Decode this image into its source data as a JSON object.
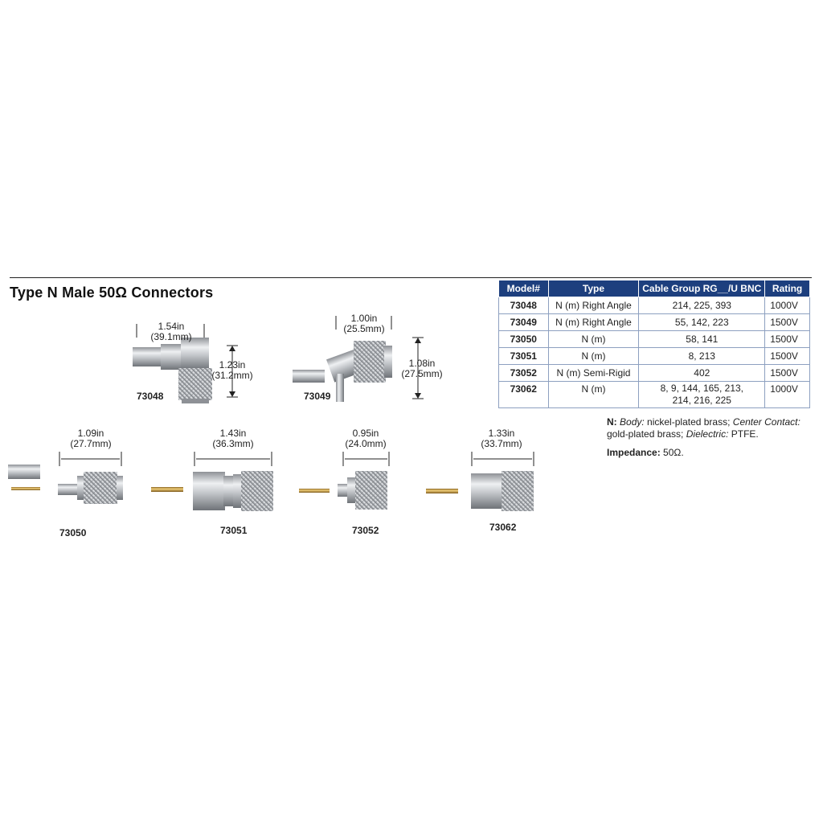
{
  "title": "Type N Male 50Ω Connectors",
  "table": {
    "headers": [
      "Model#",
      "Type",
      "Cable Group RG__/U BNC",
      "Rating"
    ],
    "rows": [
      {
        "model": "73048",
        "type": "N (m) Right Angle",
        "cable": "214, 225, 393",
        "rating": "1000V"
      },
      {
        "model": "73049",
        "type": "N (m) Right Angle",
        "cable": "55, 142, 223",
        "rating": "1500V"
      },
      {
        "model": "73050",
        "type": "N (m)",
        "cable": "58, 141",
        "rating": "1500V"
      },
      {
        "model": "73051",
        "type": "N (m)",
        "cable": "8, 213",
        "rating": "1500V"
      },
      {
        "model": "73052",
        "type": "N (m) Semi-Rigid",
        "cable": "402",
        "rating": "1500V"
      },
      {
        "model": "73062",
        "type": "N (m)",
        "cable": "8, 9, 144, 165, 213, 214, 216, 225",
        "rating": "1000V"
      }
    ]
  },
  "notes": {
    "n_prefix": "N:",
    "body_label": "Body:",
    "body_value": "nickel-plated brass;",
    "contact_label": "Center Contact:",
    "contact_value": "gold-plated brass;",
    "dielectric_label": "Dielectric:",
    "dielectric_value": "PTFE.",
    "impedance_label": "Impedance:",
    "impedance_value": "50Ω."
  },
  "connectors": {
    "c73048": {
      "label": "73048",
      "width_in": "1.54in",
      "width_mm": "(39.1mm)",
      "height_in": "1.23in",
      "height_mm": "(31.2mm)"
    },
    "c73049": {
      "label": "73049",
      "width_in": "1.00in",
      "width_mm": "(25.5mm)",
      "height_in": "1.08in",
      "height_mm": "(27.5mm)"
    },
    "c73050": {
      "label": "73050",
      "width_in": "1.09in",
      "width_mm": "(27.7mm)"
    },
    "c73051": {
      "label": "73051",
      "width_in": "1.43in",
      "width_mm": "(36.3mm)"
    },
    "c73052": {
      "label": "73052",
      "width_in": "0.95in",
      "width_mm": "(24.0mm)"
    },
    "c73062": {
      "label": "73062",
      "width_in": "1.33in",
      "width_mm": "(33.7mm)"
    }
  },
  "colors": {
    "header_bg": "#1d3f7e",
    "metal": "#c9cbce",
    "gold": "#c79a3c"
  }
}
